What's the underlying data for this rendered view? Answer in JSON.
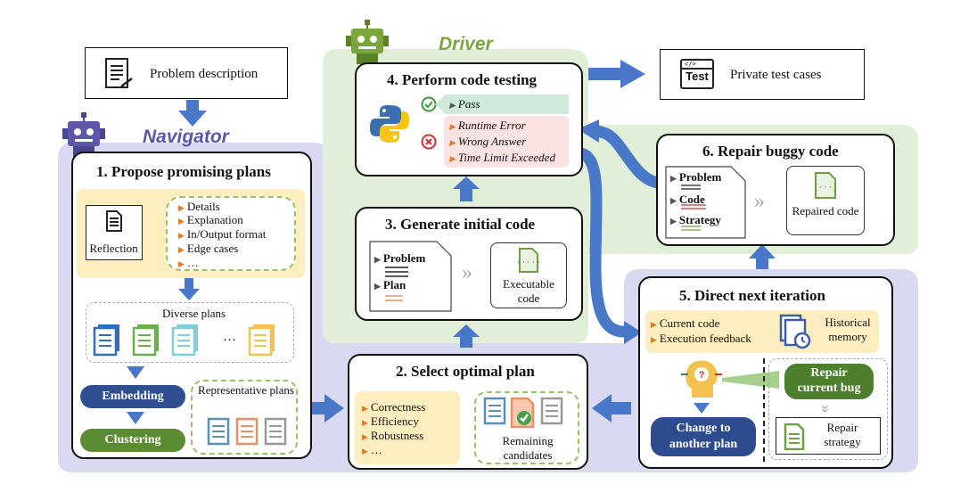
{
  "colors": {
    "navigator": "#5c57a8",
    "driver": "#7aa63c",
    "arrow": "#4a78c9",
    "panel_lavender": "#d9d9f1",
    "panel_green": "#e1efd9",
    "embed_pill": "#2f4f91",
    "cluster_pill": "#5b8c32",
    "repair_pill": "#4e7f2c",
    "change_pill": "#2c4c8f",
    "note_yellow": "#fdeec0"
  },
  "problem_desc": {
    "label": "Problem description",
    "icon": "document-list-icon"
  },
  "private_tests": {
    "label": "Private test cases",
    "icon": "test-terminal-icon",
    "icon_text": "Test"
  },
  "navigator_label": "Navigator",
  "driver_label": "Driver",
  "step1": {
    "title": "1. Propose promising plans",
    "reflection": "Reflection",
    "reflection_items": [
      "Details",
      "Explanation",
      "In/Output format",
      "Edge cases",
      "…"
    ],
    "diverse_plans": "Diverse plans",
    "ellipsis": "…",
    "embedding": "Embedding",
    "clustering": "Clustering",
    "representative_plans": "Representative plans"
  },
  "step2": {
    "title": "2. Select optimal plan",
    "criteria": [
      "Correctness",
      "Efficiency",
      "Robustness",
      "…"
    ],
    "remaining": "Remaining candidates"
  },
  "step3": {
    "title": "3. Generate initial code",
    "problem": "Problem",
    "plan": "Plan",
    "executable": "Executable code",
    "chevrons": "»"
  },
  "step4": {
    "title": "4. Perform code testing",
    "pass": "Pass",
    "errors": [
      "Runtime Error",
      "Wrong Answer",
      "Time Limit Exceeded"
    ]
  },
  "step5": {
    "title": "5. Direct next iteration",
    "feedback": [
      "Current code",
      "Execution feedback"
    ],
    "historical": "Historical memory",
    "repair_current": "Repair current bug",
    "change_plan": "Change to another plan",
    "repair_strategy": "Repair strategy"
  },
  "step6": {
    "title": "6. Repair buggy code",
    "items": [
      "Problem",
      "Code",
      "Strategy"
    ],
    "repaired": "Repaired code",
    "chevrons": "»"
  }
}
